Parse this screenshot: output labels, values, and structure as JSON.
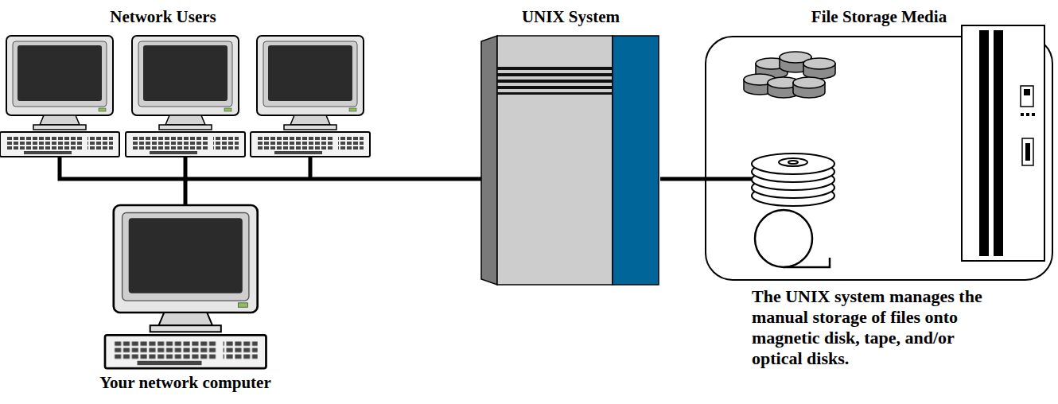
{
  "diagram": {
    "nodes": [
      {
        "text": [
          "Your network computer"
        ]
      },
      {
        "text": [
          "UNIX System"
        ]
      },
      {
        "text": [
          "File Storage Media",
          "The UNIX system manages the manual storage of files onto magnetic disk, tape, and/or optical disks."
        ]
      }
    ],
    "edges": [
      {
        "from": 0,
        "to": 1,
        "arrow": "none"
      },
      {
        "from": 1,
        "to": 2,
        "arrow": "none"
      }
    ],
    "labels": [
      "Network Users"
    ]
  }
}
